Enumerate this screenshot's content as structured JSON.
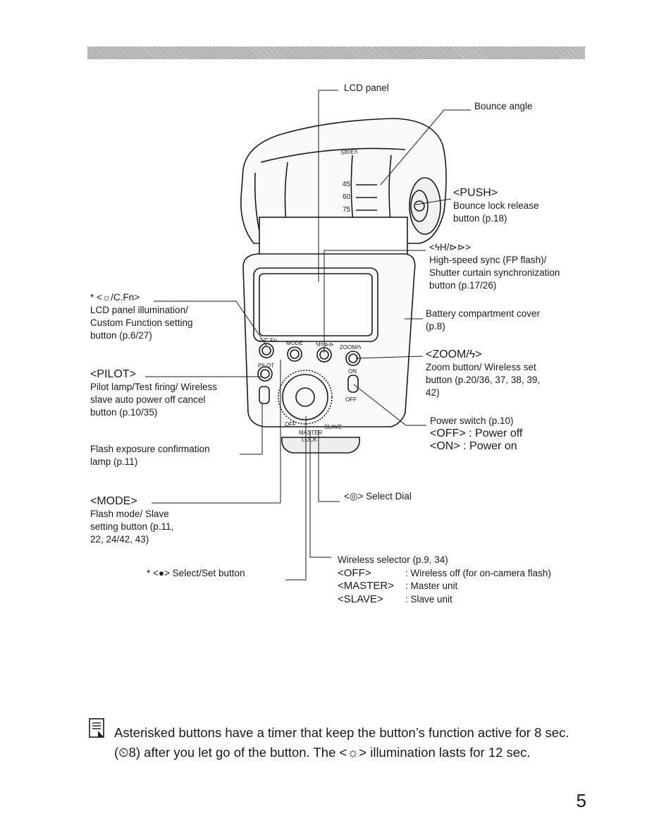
{
  "labels": {
    "lcd_panel": "LCD panel",
    "bounce_angle": "Bounce angle",
    "push": "<PUSH>",
    "push_desc": [
      "Bounce lock release",
      "button (p.18)"
    ],
    "hss_symbol": "<ϟH/⊳⊳>",
    "hss_desc": [
      "High-speed sync (FP flash)/",
      "Shutter curtain synchronization",
      "button (p.17/26)"
    ],
    "illum_title": "* <☼/C.Fn>",
    "illum_desc": [
      "LCD panel illumination/",
      "Custom Function setting",
      "button (p.6/27)"
    ],
    "battery_desc": [
      "Battery compartment cover",
      "(p.8)"
    ],
    "pilot_title": "<PILOT>",
    "pilot_desc": [
      "Pilot lamp/Test firing/ Wireless",
      "slave auto power off cancel",
      "button (p.10/35)"
    ],
    "zoom_title": "<ZOOM/ϟ>",
    "zoom_desc": [
      "Zoom button/ Wireless set",
      "button (p.20/36, 37, 38, 39,",
      "42)"
    ],
    "power_desc": [
      "Power switch (p.10)",
      "<OFF> : Power off",
      "<ON> : Power on"
    ],
    "flash_conf": [
      "Flash exposure confirmation",
      "lamp (p.11)"
    ],
    "select_dial": "<◎> Select Dial",
    "mode_title": "<MODE>",
    "mode_desc": [
      "Flash mode/ Slave",
      "setting button (p.11,",
      "22, 24/42, 43)"
    ],
    "select_set": "* <●> Select/Set button",
    "wireless_title": "Wireless selector (p.9, 34)",
    "wireless_rows": [
      {
        "key": "<OFF>",
        "value": ": Wireless off (for on-camera flash)"
      },
      {
        "key": "<MASTER>",
        "value": ": Master unit"
      },
      {
        "key": "<SLAVE>",
        "value": ": Slave unit"
      }
    ]
  },
  "device": {
    "model": "580EX",
    "angles": [
      "45",
      "60",
      "75"
    ],
    "btn_cfn": "☼/C.Fn",
    "btn_mode": "MODE",
    "btn_hss": "ϟH ⊳⊳",
    "btn_zoom": "ZOOM/ϟ",
    "btn_pilot": "PILOT",
    "sw_on": "ON",
    "sw_off": "OFF",
    "wl_off": "OFF",
    "wl_master": "MASTER",
    "wl_slave": "SLAVE",
    "lock": "LOCK"
  },
  "note": {
    "icon": "memo-icon",
    "text": "Asterisked buttons have a timer that keep the button’s function active for 8 sec. (⏲8) after you let go of the button. The <☼> illumination lasts for 12 sec."
  },
  "page_number": "5"
}
